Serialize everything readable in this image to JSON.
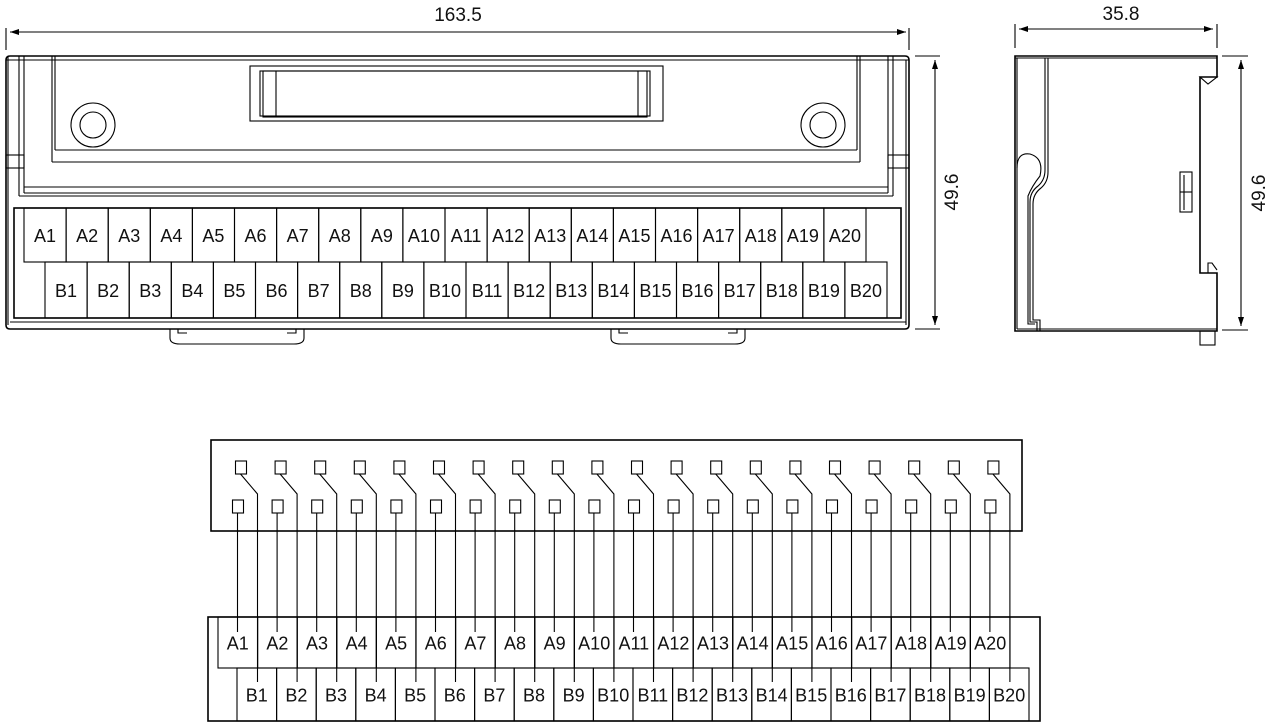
{
  "dimensions": {
    "width_front": "163.5",
    "height_front": "49.6",
    "width_side": "35.8",
    "height_side": "49.6"
  },
  "terminals": {
    "a_row": [
      "A1",
      "A2",
      "A3",
      "A4",
      "A5",
      "A6",
      "A7",
      "A8",
      "A9",
      "A10",
      "A11",
      "A12",
      "A13",
      "A14",
      "A15",
      "A16",
      "A17",
      "A18",
      "A19",
      "A20"
    ],
    "b_row": [
      "B1",
      "B2",
      "B3",
      "B4",
      "B5",
      "B6",
      "B7",
      "B8",
      "B9",
      "B10",
      "B11",
      "B12",
      "B13",
      "B14",
      "B15",
      "B16",
      "B17",
      "B18",
      "B19",
      "B20"
    ]
  },
  "colors": {
    "line": "#000000",
    "background": "#ffffff"
  }
}
